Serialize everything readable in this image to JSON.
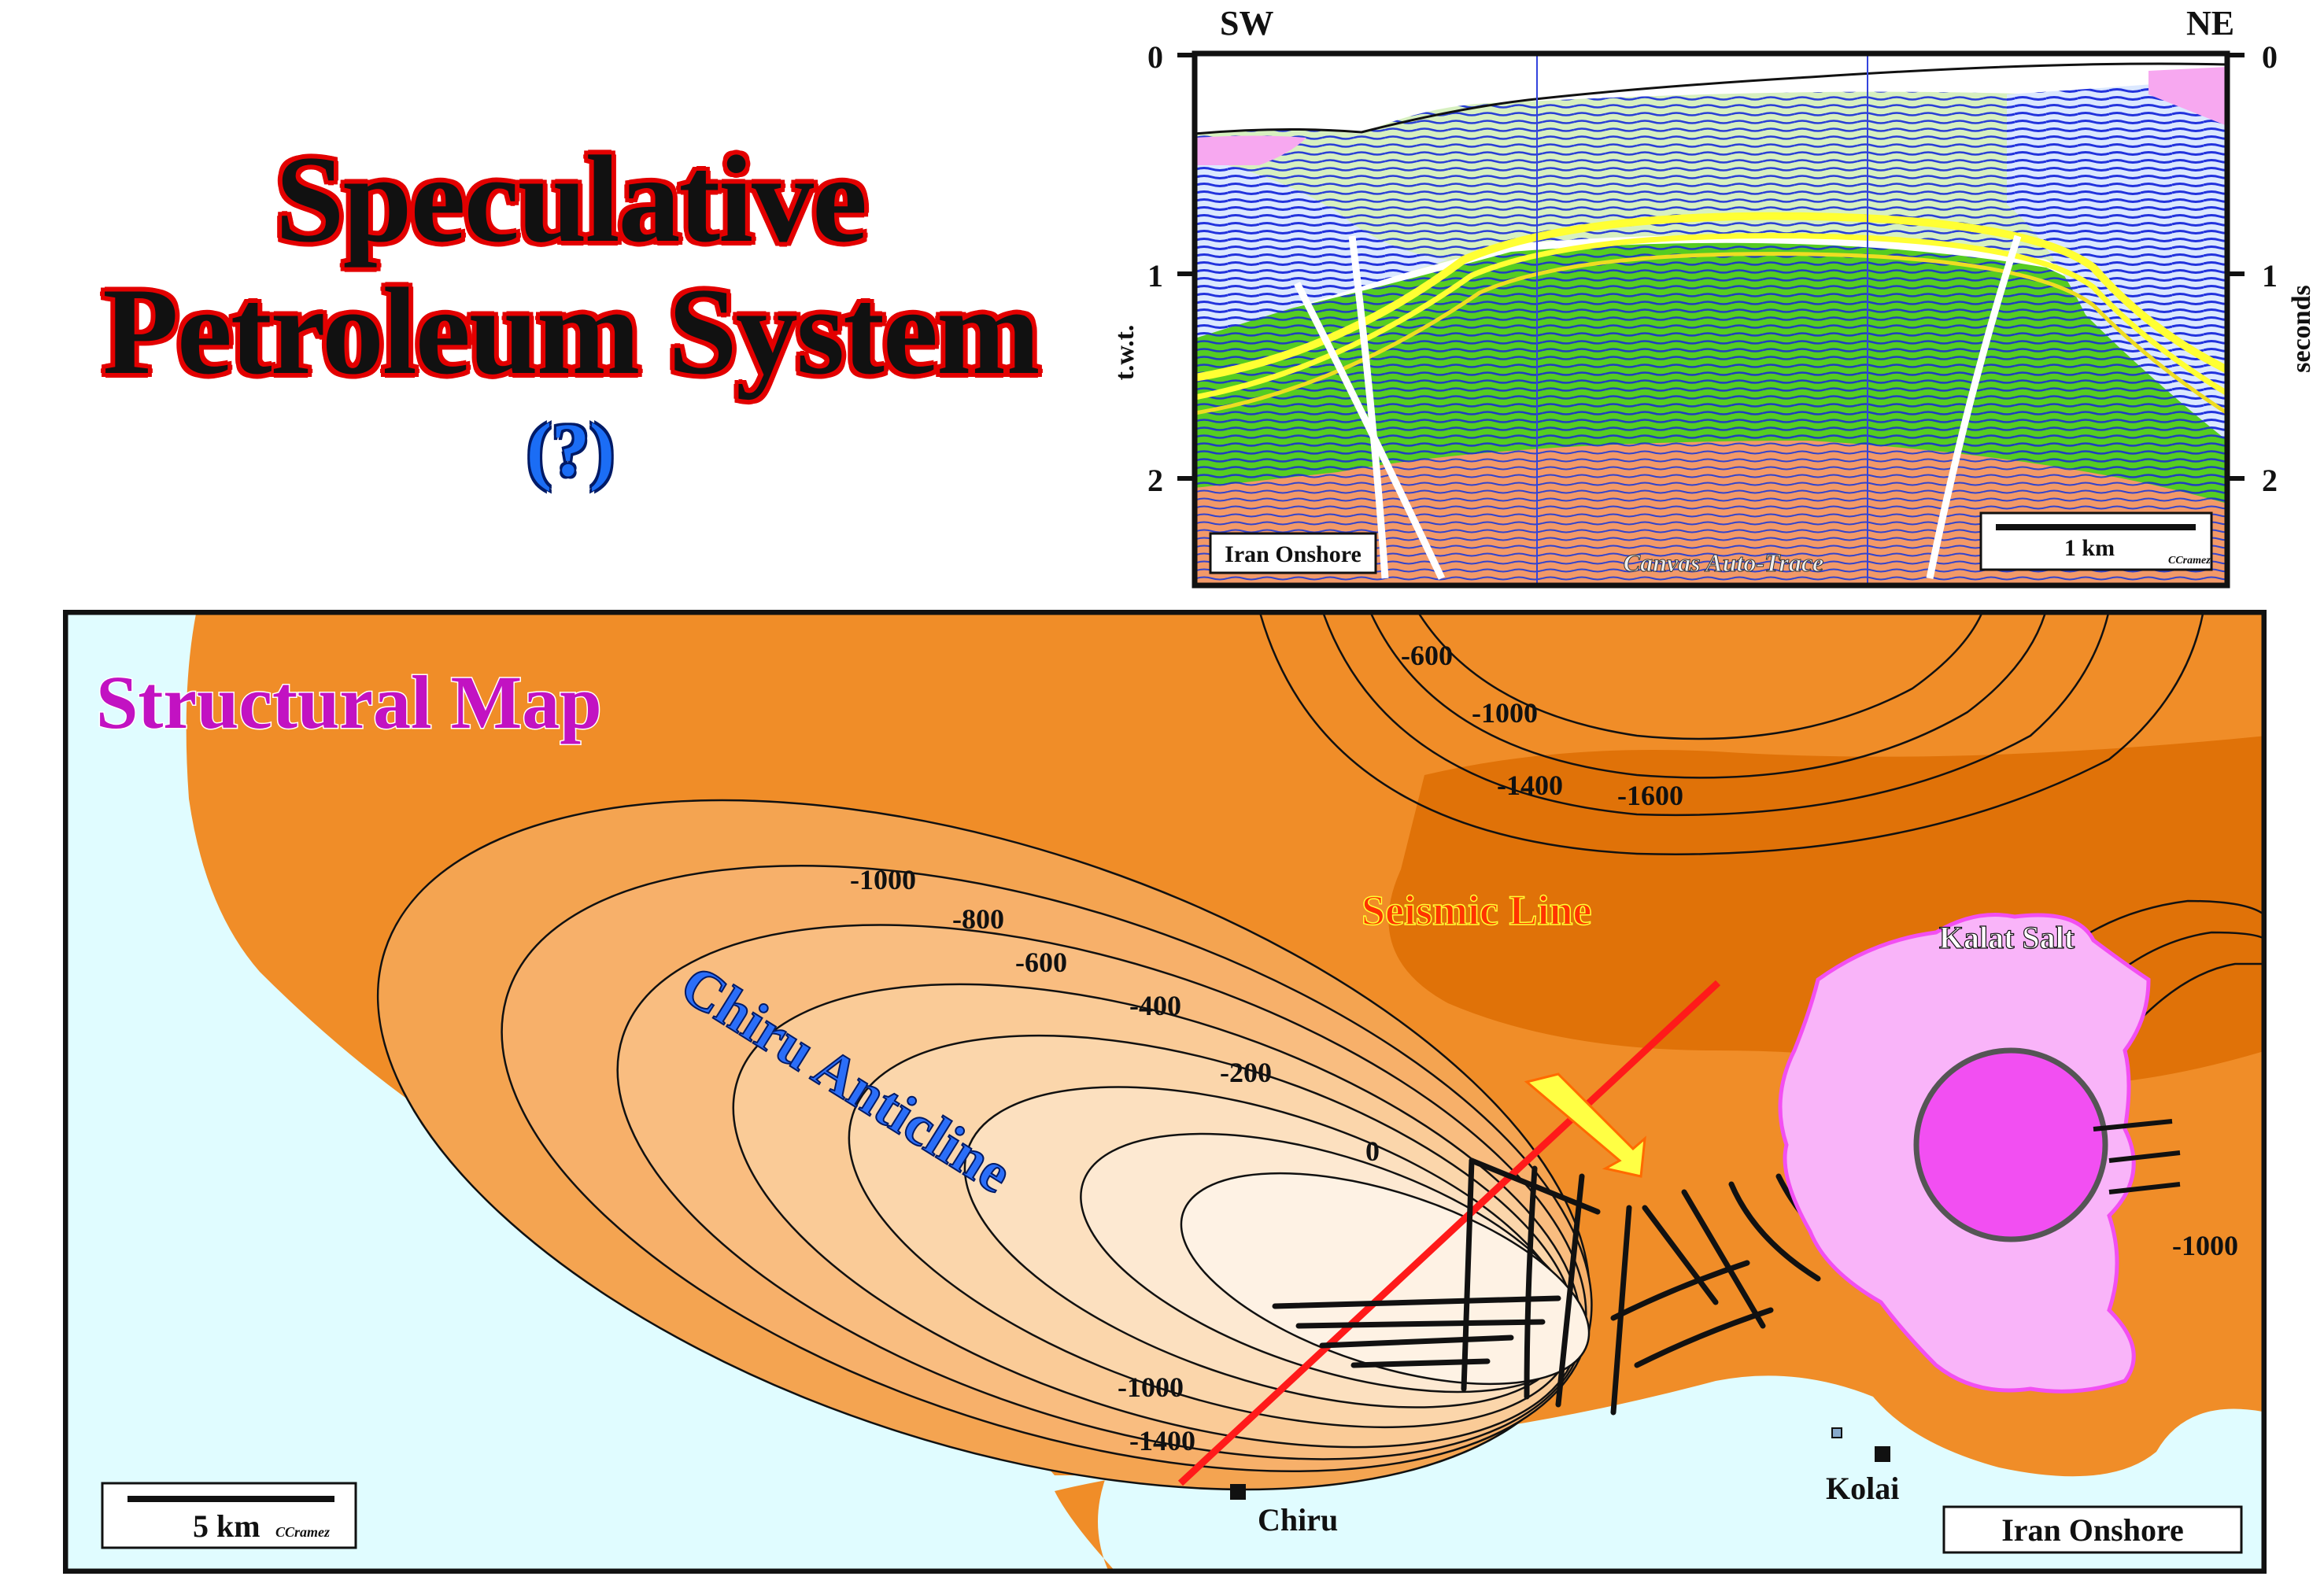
{
  "title": {
    "line1": "Speculative",
    "line2": "Petroleum System",
    "question": "(?)"
  },
  "seismic": {
    "left_direction": "SW",
    "right_direction": "NE",
    "left_ticks": [
      "0",
      "1",
      "2"
    ],
    "right_ticks": [
      "0",
      "1",
      "2"
    ],
    "left_axis_label": "t.w.t.",
    "right_axis_label": "seconds",
    "location_label": "Iran Onshore",
    "scale_label": "1 km",
    "credit_watermark": "Canvas Auto-Trace",
    "author": "CCramez"
  },
  "map": {
    "title": "Structural Map",
    "anticline_label": "Chiru Anticline",
    "seismic_line_label": "Seismic Line",
    "salt_label": "Kalat Salt",
    "contours": [
      "-600",
      "-1000",
      "-1400",
      "-1600",
      "-1000",
      "-800",
      "-600",
      "-400",
      "-200",
      "0",
      "-1000",
      "-1400",
      "-1000"
    ],
    "towns": [
      "Chiru",
      "Kolai"
    ],
    "scale_label": "5 km",
    "author": "CCramez",
    "location_label": "Iran Onshore"
  },
  "colors": {
    "sea": "#e0fcff",
    "deep_orange": "#e07208",
    "orange": "#f08d28",
    "salt_pink": "#f9b4f9",
    "salt_core": "#f24ff2",
    "seismic_line": "#ff1a1a",
    "seismic_blue": "#2233dd",
    "seismic_green": "#55cc22",
    "seismic_yellow": "#ffff33",
    "seismic_salmon": "#f29968"
  }
}
